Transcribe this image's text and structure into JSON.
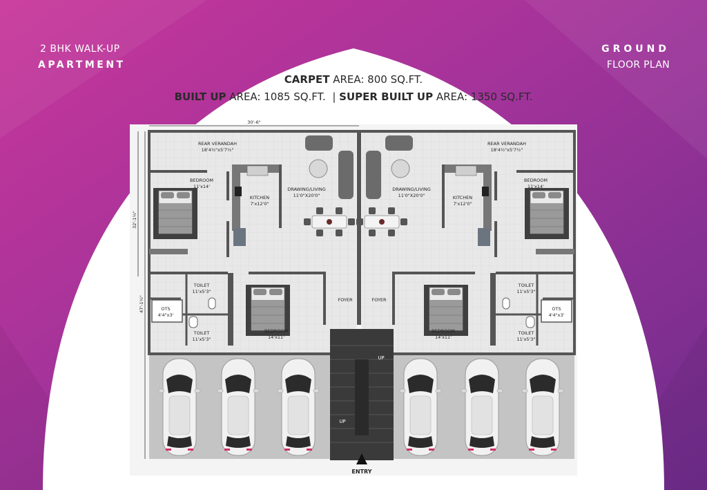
{
  "header": {
    "left_line1": "2 BHK WALK-UP",
    "left_line2": "APARTMENT",
    "right_line1": "GROUND",
    "right_line2": "FLOOR PLAN"
  },
  "areas": {
    "carpet_bold": "CARPET",
    "carpet_rest": " AREA: 800 SQ.FT.",
    "builtup_bold": "BUILT UP",
    "builtup_rest": " AREA: 1085 SQ.FT.  | ",
    "super_bold": "SUPER BUILT UP",
    "super_rest": " AREA: 1350 SQ.FT."
  },
  "dimensions": {
    "width": "30'-6\"",
    "upper_height": "32'-1½\"",
    "total_height": "47'-1½\""
  },
  "rooms": {
    "rear_verandah": "REAR VERANDAH",
    "rear_verandah_size": "18'4½\"x5'7½\"",
    "bedroom": "BEDROOM",
    "bedroom_upper_size": "11'x14'",
    "kitchen": "KITCHEN",
    "kitchen_size": "7'x12'0\"",
    "living": "DRAWING/LIVING",
    "living_size": "11'0\"X20'0\"",
    "toilet": "TOILET",
    "toilet_size": "11'x5'3\"",
    "ots": "OTS",
    "ots_size": "4'4\"x3'",
    "foyer": "FOYER",
    "bedroom_lower_size": "14'x11'",
    "up": "UP",
    "entry": "ENTRY"
  },
  "colors": {
    "bg_magenta": "#b83a9c",
    "bg_purple": "#7a2f90",
    "floor": "#e6e6e6",
    "wall": "#555555",
    "parking": "#c4c4c4",
    "stair": "#3a3a3a"
  }
}
